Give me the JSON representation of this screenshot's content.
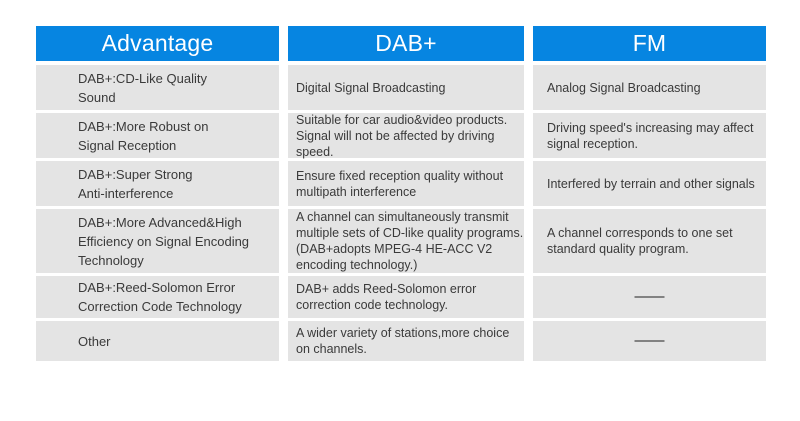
{
  "chart_data": {
    "type": "table",
    "columns": [
      "Advantage",
      "DAB+",
      "FM"
    ],
    "rows": [
      [
        "DAB+:CD-Like Quality\nSound",
        "Digital Signal Broadcasting",
        "Analog Signal Broadcasting"
      ],
      [
        "DAB+:More Robust on\nSignal Reception",
        "Suitable for car audio&video products.\nSignal will not be affected by driving\nspeed.",
        "Driving speed's increasing may affect\nsignal reception."
      ],
      [
        "DAB+:Super Strong\nAnti-interference",
        "Ensure fixed reception quality without\nmultipath interference",
        "Interfered by terrain and other signals"
      ],
      [
        "DAB+:More Advanced&High\nEfficiency on Signal Encoding\nTechnology",
        "A channel can simultaneously transmit\nmultiple sets of CD-like quality programs.\n(DAB+adopts MPEG-4 HE-ACC V2\nencoding technology.)",
        "A channel corresponds to one set\nstandard quality program."
      ],
      [
        "DAB+:Reed-Solomon Error\nCorrection Code Technology",
        "DAB+ adds Reed-Solomon error\ncorrection code technology.",
        "——"
      ],
      [
        "Other",
        "A wider variety of stations,more choice\non channels.",
        "——"
      ]
    ]
  },
  "colors": {
    "header_bg": "#0685e1",
    "header_text": "#ffffff",
    "cell_bg": "#e4e4e4",
    "body_text": "#3a3a3a",
    "page_bg": "#ffffff"
  }
}
